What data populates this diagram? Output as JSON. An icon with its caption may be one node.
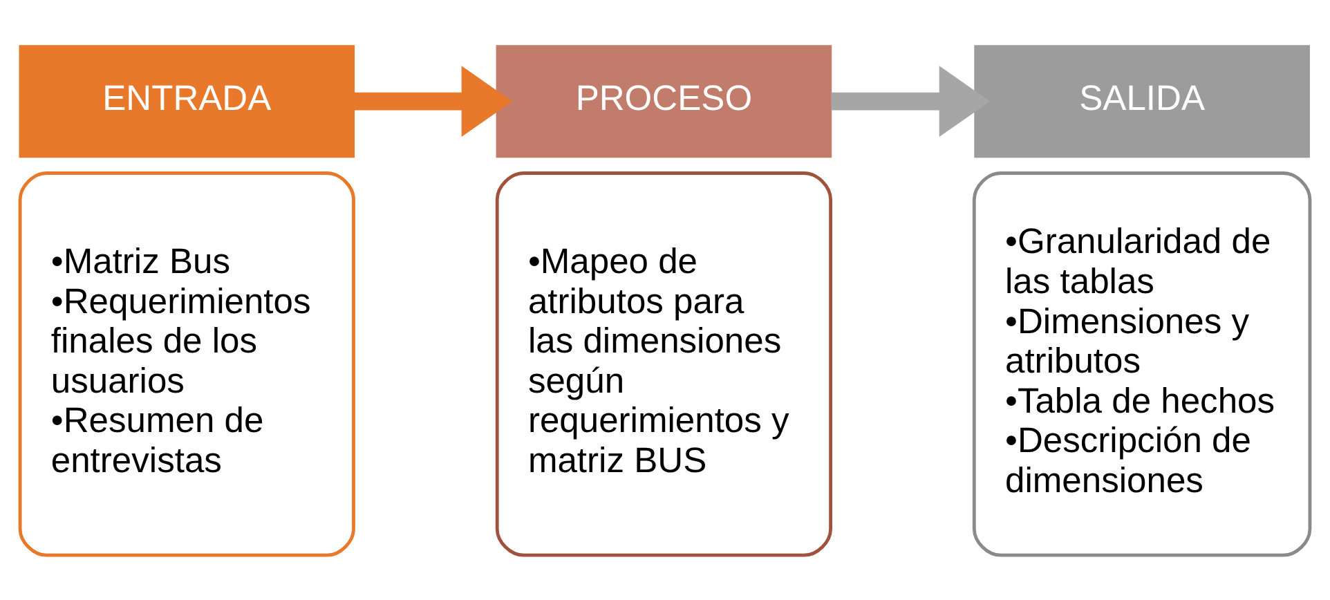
{
  "diagram": {
    "nodes": [
      {
        "text": [
          "ENTRADA"
        ]
      },
      {
        "text": [
          "•Matriz Bus",
          "•Requerimientos finales de los usuarios",
          "•Resumen de entrevistas"
        ]
      },
      {
        "text": [
          "PROCESO"
        ]
      },
      {
        "text": [
          "•Mapeo de atributos para las dimensiones según requerimientos y matriz BUS"
        ]
      },
      {
        "text": [
          "SALIDA"
        ]
      },
      {
        "text": [
          "•Granularidad de las tablas",
          "•Dimensiones y atributos",
          "•Tabla de hechos",
          "•Descripción de dimensiones"
        ]
      }
    ],
    "edges": [
      {
        "from": 0,
        "to": 2,
        "arrow": "to",
        "color": "#e8782a"
      },
      {
        "from": 2,
        "to": 4,
        "arrow": "to",
        "color": "#a6a6a6"
      }
    ]
  }
}
